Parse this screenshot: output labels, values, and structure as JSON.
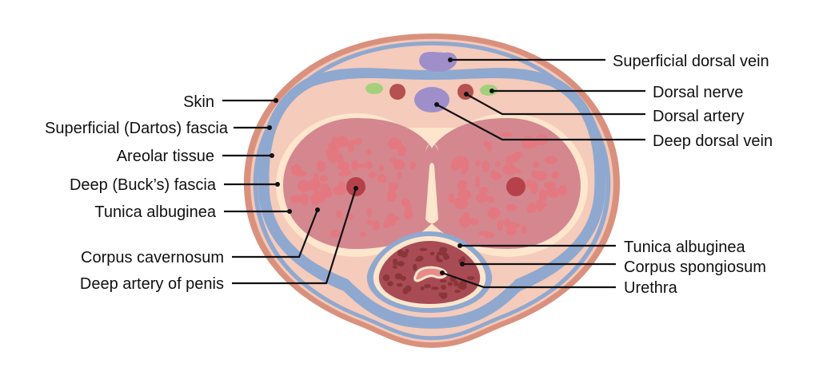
{
  "labels_left": [
    {
      "id": "skin",
      "text": "Skin"
    },
    {
      "id": "dartos",
      "text": "Superficial (Dartos) fascia"
    },
    {
      "id": "areolar",
      "text": "Areolar tissue"
    },
    {
      "id": "bucks",
      "text": "Deep (Buck’s) fascia"
    },
    {
      "id": "tunica-left",
      "text": "Tunica albuginea"
    },
    {
      "id": "cavernosum",
      "text": "Corpus cavernosum"
    },
    {
      "id": "deep-artery",
      "text": "Deep artery of penis"
    }
  ],
  "labels_right": [
    {
      "id": "sup-dorsal-vein",
      "text": "Superficial dorsal vein"
    },
    {
      "id": "dorsal-nerve",
      "text": "Dorsal nerve"
    },
    {
      "id": "dorsal-artery",
      "text": "Dorsal artery"
    },
    {
      "id": "deep-dorsal-vein",
      "text": "Deep dorsal vein"
    },
    {
      "id": "tunica-right",
      "text": "Tunica albuginea"
    },
    {
      "id": "spongiosum",
      "text": "Corpus spongiosum"
    },
    {
      "id": "urethra",
      "text": "Urethra"
    }
  ],
  "colors": {
    "skin": "#d9917d",
    "pale": "#f4c8b8",
    "fascia": "#8fa8cf",
    "cream": "#fde6cc",
    "cavernosum": "#d4878f",
    "cav_spots": "#e47880",
    "spongiosum": "#a94b55",
    "spong_spots": "#8a3538",
    "vein": "#9e8fca",
    "artery": "#b5514f",
    "nerve": "#a4d07c"
  }
}
